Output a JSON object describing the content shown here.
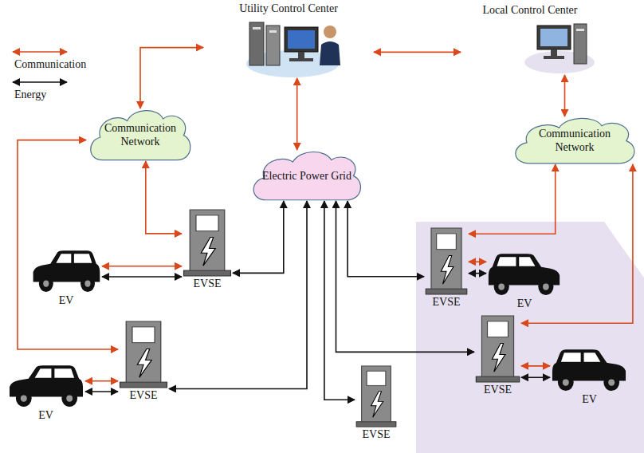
{
  "diagram": {
    "nodes": [
      {
        "text": [
          "Utility Control Center"
        ]
      },
      {
        "text": [
          "Local Control Center"
        ]
      },
      {
        "text": [
          "Communication Network"
        ]
      },
      {
        "text": [
          "Communication Network"
        ]
      },
      {
        "text": [
          "Electric Power Grid"
        ]
      },
      {
        "text": [
          "EV"
        ]
      },
      {
        "text": [
          "EVSE"
        ]
      },
      {
        "text": [
          "EVSE"
        ]
      },
      {
        "text": [
          "EV"
        ]
      },
      {
        "text": [
          "EVSE"
        ]
      },
      {
        "text": [
          "EV"
        ]
      },
      {
        "text": [
          "EV"
        ]
      },
      {
        "text": [
          "EVSE"
        ]
      },
      {
        "text": [
          "EVSE"
        ]
      }
    ],
    "edges": [
      {
        "from": 0,
        "to": 1,
        "arrow": "both"
      },
      {
        "from": 0,
        "to": 2,
        "arrow": "both"
      },
      {
        "from": 0,
        "to": 4,
        "arrow": "both"
      },
      {
        "from": 1,
        "to": 3,
        "arrow": "both"
      },
      {
        "from": 2,
        "to": 6,
        "arrow": "both"
      },
      {
        "from": 2,
        "to": 12,
        "arrow": "both"
      },
      {
        "from": 3,
        "to": 7,
        "arrow": "both"
      },
      {
        "from": 3,
        "to": 9,
        "arrow": "both"
      },
      {
        "from": 5,
        "to": 6,
        "arrow": "both"
      },
      {
        "from": 5,
        "to": 6,
        "arrow": "both"
      },
      {
        "from": 7,
        "to": 8,
        "arrow": "both"
      },
      {
        "from": 7,
        "to": 8,
        "arrow": "both"
      },
      {
        "from": 9,
        "to": 10,
        "arrow": "both"
      },
      {
        "from": 9,
        "to": 10,
        "arrow": "both"
      },
      {
        "from": 11,
        "to": 12,
        "arrow": "both"
      },
      {
        "from": 11,
        "to": 12,
        "arrow": "both"
      },
      {
        "from": 6,
        "to": 4,
        "arrow": "both"
      },
      {
        "from": 12,
        "to": 4,
        "arrow": "both"
      },
      {
        "from": 13,
        "to": 4,
        "arrow": "both"
      },
      {
        "from": 7,
        "to": 4,
        "arrow": "both"
      },
      {
        "from": 9,
        "to": 4,
        "arrow": "both"
      }
    ],
    "legend": [
      {
        "text": "Communication"
      },
      {
        "text": "Energy"
      }
    ]
  }
}
